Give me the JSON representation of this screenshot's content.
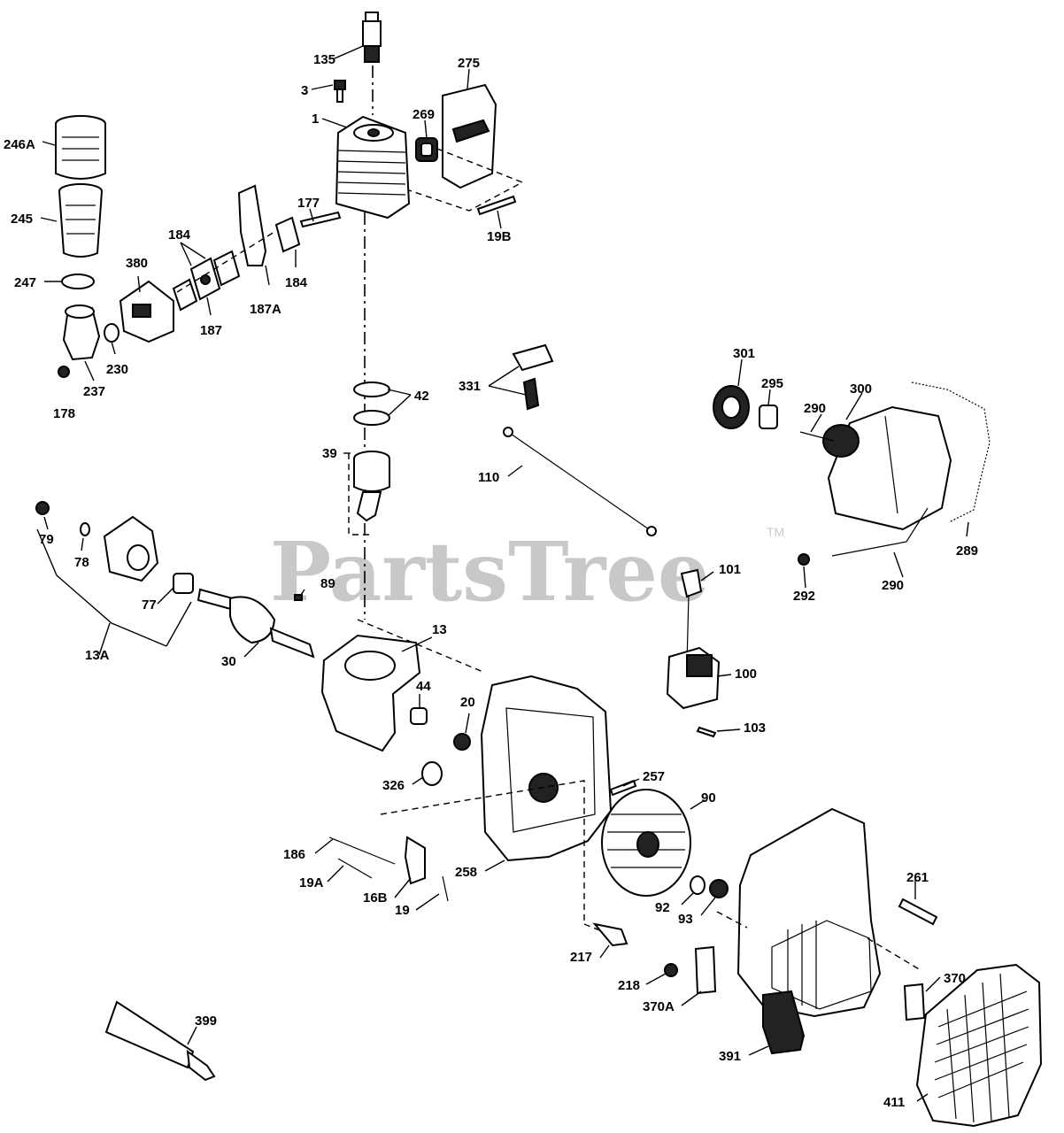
{
  "watermark": {
    "text": "PartsTree",
    "trademark": "TM"
  },
  "parts": [
    {
      "key": "p135",
      "label": "135"
    },
    {
      "key": "p3",
      "label": "3"
    },
    {
      "key": "p1",
      "label": "1"
    },
    {
      "key": "p275",
      "label": "275"
    },
    {
      "key": "p269",
      "label": "269"
    },
    {
      "key": "p246a",
      "label": "246A"
    },
    {
      "key": "p245",
      "label": "245"
    },
    {
      "key": "p247",
      "label": "247"
    },
    {
      "key": "p177",
      "label": "177"
    },
    {
      "key": "p19b",
      "label": "19B"
    },
    {
      "key": "p184a",
      "label": "184"
    },
    {
      "key": "p184b",
      "label": "184"
    },
    {
      "key": "p380",
      "label": "380"
    },
    {
      "key": "p187a",
      "label": "187A"
    },
    {
      "key": "p187",
      "label": "187"
    },
    {
      "key": "p230",
      "label": "230"
    },
    {
      "key": "p237",
      "label": "237"
    },
    {
      "key": "p178",
      "label": "178"
    },
    {
      "key": "p42",
      "label": "42"
    },
    {
      "key": "p39",
      "label": "39"
    },
    {
      "key": "p331",
      "label": "331"
    },
    {
      "key": "p110",
      "label": "110"
    },
    {
      "key": "p301",
      "label": "301"
    },
    {
      "key": "p295",
      "label": "295"
    },
    {
      "key": "p290a",
      "label": "290"
    },
    {
      "key": "p300",
      "label": "300"
    },
    {
      "key": "p289",
      "label": "289"
    },
    {
      "key": "p290b",
      "label": "290"
    },
    {
      "key": "p292",
      "label": "292"
    },
    {
      "key": "p79",
      "label": "79"
    },
    {
      "key": "p78",
      "label": "78"
    },
    {
      "key": "p77",
      "label": "77"
    },
    {
      "key": "p89",
      "label": "89"
    },
    {
      "key": "p13a",
      "label": "13A"
    },
    {
      "key": "p30",
      "label": "30"
    },
    {
      "key": "p13",
      "label": "13"
    },
    {
      "key": "p101",
      "label": "101"
    },
    {
      "key": "p100",
      "label": "100"
    },
    {
      "key": "p44",
      "label": "44"
    },
    {
      "key": "p20",
      "label": "20"
    },
    {
      "key": "p103",
      "label": "103"
    },
    {
      "key": "p326",
      "label": "326"
    },
    {
      "key": "p257",
      "label": "257"
    },
    {
      "key": "p90",
      "label": "90"
    },
    {
      "key": "p186",
      "label": "186"
    },
    {
      "key": "p19a",
      "label": "19A"
    },
    {
      "key": "p16b",
      "label": "16B"
    },
    {
      "key": "p19",
      "label": "19"
    },
    {
      "key": "p258",
      "label": "258"
    },
    {
      "key": "p92",
      "label": "92"
    },
    {
      "key": "p93",
      "label": "93"
    },
    {
      "key": "p261",
      "label": "261"
    },
    {
      "key": "p217",
      "label": "217"
    },
    {
      "key": "p218",
      "label": "218"
    },
    {
      "key": "p370a",
      "label": "370A"
    },
    {
      "key": "p370",
      "label": "370"
    },
    {
      "key": "p399",
      "label": "399"
    },
    {
      "key": "p391",
      "label": "391"
    },
    {
      "key": "p411",
      "label": "411"
    }
  ]
}
